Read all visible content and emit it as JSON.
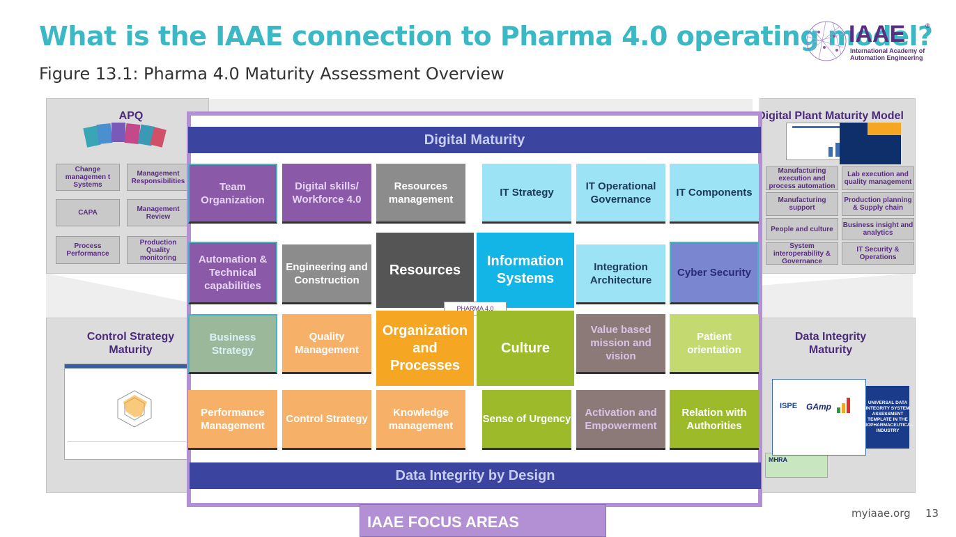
{
  "header": {
    "title": "What is the IAAE connection to Pharma 4.0 operating model?",
    "subtitle": "Figure 13.1: Pharma 4.0 Maturity Assessment Overview"
  },
  "logo": {
    "name": "IAAE",
    "line1": "International Academy of",
    "line2": "Automation Engineering"
  },
  "apq": {
    "title": "APQ",
    "items": [
      "Change managemen t Systems",
      "Management Responsibilities",
      "CAPA",
      "Management Review",
      "Process Performance",
      "Production Quality monitoring"
    ]
  },
  "dpmm": {
    "title": "Digital Plant Maturity Model",
    "items": [
      "Manufacturing execution and process automation",
      "Lab execution and quality management",
      "Manufacturing support",
      "Production planning & Supply chain",
      "People and culture",
      "Business insight and analytics",
      "System interoperability & Governance",
      "IT Security & Operations"
    ]
  },
  "csm": {
    "title": "Control Strategy Maturity"
  },
  "dim": {
    "title": "Data Integrity Maturity",
    "doc_text": "UNIVERSAL DATA INTEGRITY SYSTEM ASSESSMENT TEMPLATE IN THE BIOPHARMACEUTICAL INDUSTRY",
    "ispe": "ISPE",
    "gamp": "GAmp",
    "mhra": "MHRA"
  },
  "center": {
    "top_band": "Digital Maturity",
    "bottom_band": "Data Integrity by Design",
    "badge": "PHARMA 4.0",
    "cells": {
      "team": "Team Organization",
      "digital_skills": "Digital skills/ Workforce 4.0",
      "resources_mgmt": "Resources management",
      "it_strategy": "IT Strategy",
      "it_ops": "IT Operational Governance",
      "it_components": "IT Components",
      "automation": "Automation & Technical capabilities",
      "engineering": "Engineering and Construction",
      "resources": "Resources",
      "info_systems": "Information Systems",
      "integration": "Integration Architecture",
      "cyber": "Cyber Security",
      "business": "Business Strategy",
      "quality": "Quality Management",
      "org": "Organization and Processes",
      "culture": "Culture",
      "value": "Value based mission and vision",
      "patient": "Patient orientation",
      "performance": "Performance Management",
      "control": "Control Strategy",
      "knowledge": "Knowledge management",
      "urgency": "Sense of Urgency",
      "activation": "Activation and Empowerment",
      "authorities": "Relation with Authorities"
    }
  },
  "focus": "IAAE FOCUS AREAS",
  "footer": {
    "site": "myiaae.org",
    "page": "13"
  },
  "colors": {
    "title": "#3cb8c4",
    "purple": "#8a5aa8",
    "band": "#3b45a0",
    "orange": "#f5a623",
    "cyan": "#1bb7e6",
    "green": "#9dba2a"
  }
}
